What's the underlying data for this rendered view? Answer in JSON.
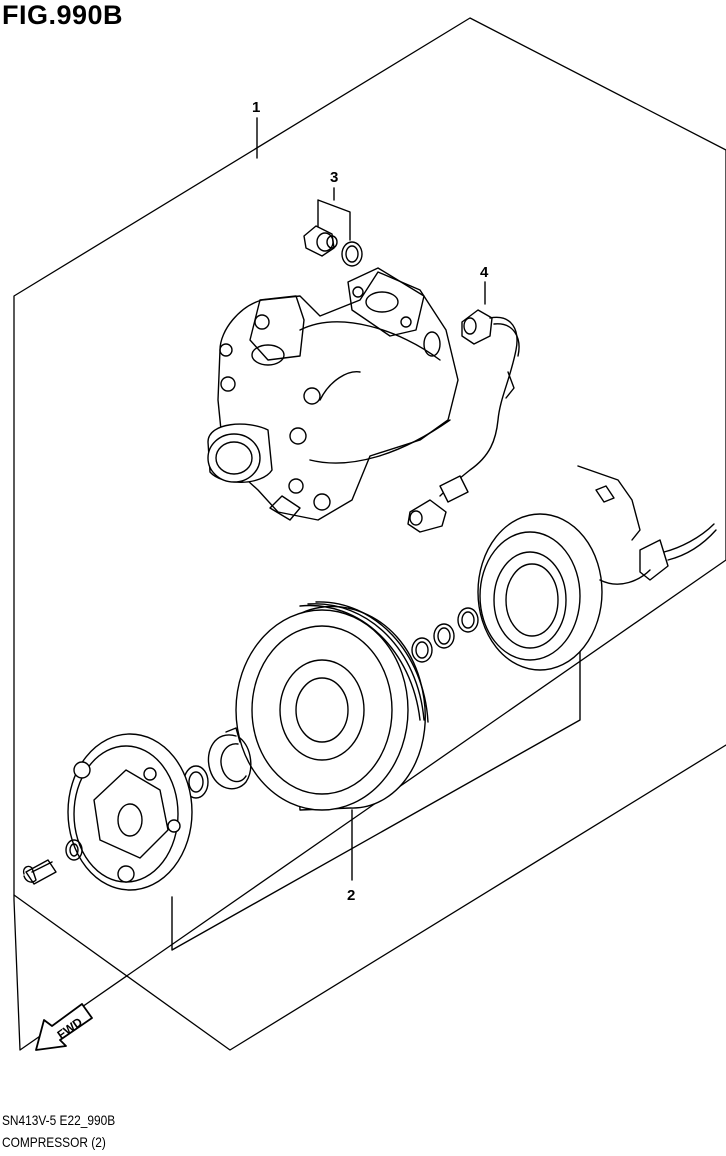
{
  "figure_title": "FIG.990B",
  "callouts": [
    {
      "id": "1",
      "label": "1"
    },
    {
      "id": "2",
      "label": "2"
    },
    {
      "id": "3",
      "label": "3"
    },
    {
      "id": "4",
      "label": "4"
    }
  ],
  "fwd_label": "FWD",
  "footer": {
    "code": "SN413V-5 E22_990B",
    "name": "COMPRESSOR (2)"
  }
}
